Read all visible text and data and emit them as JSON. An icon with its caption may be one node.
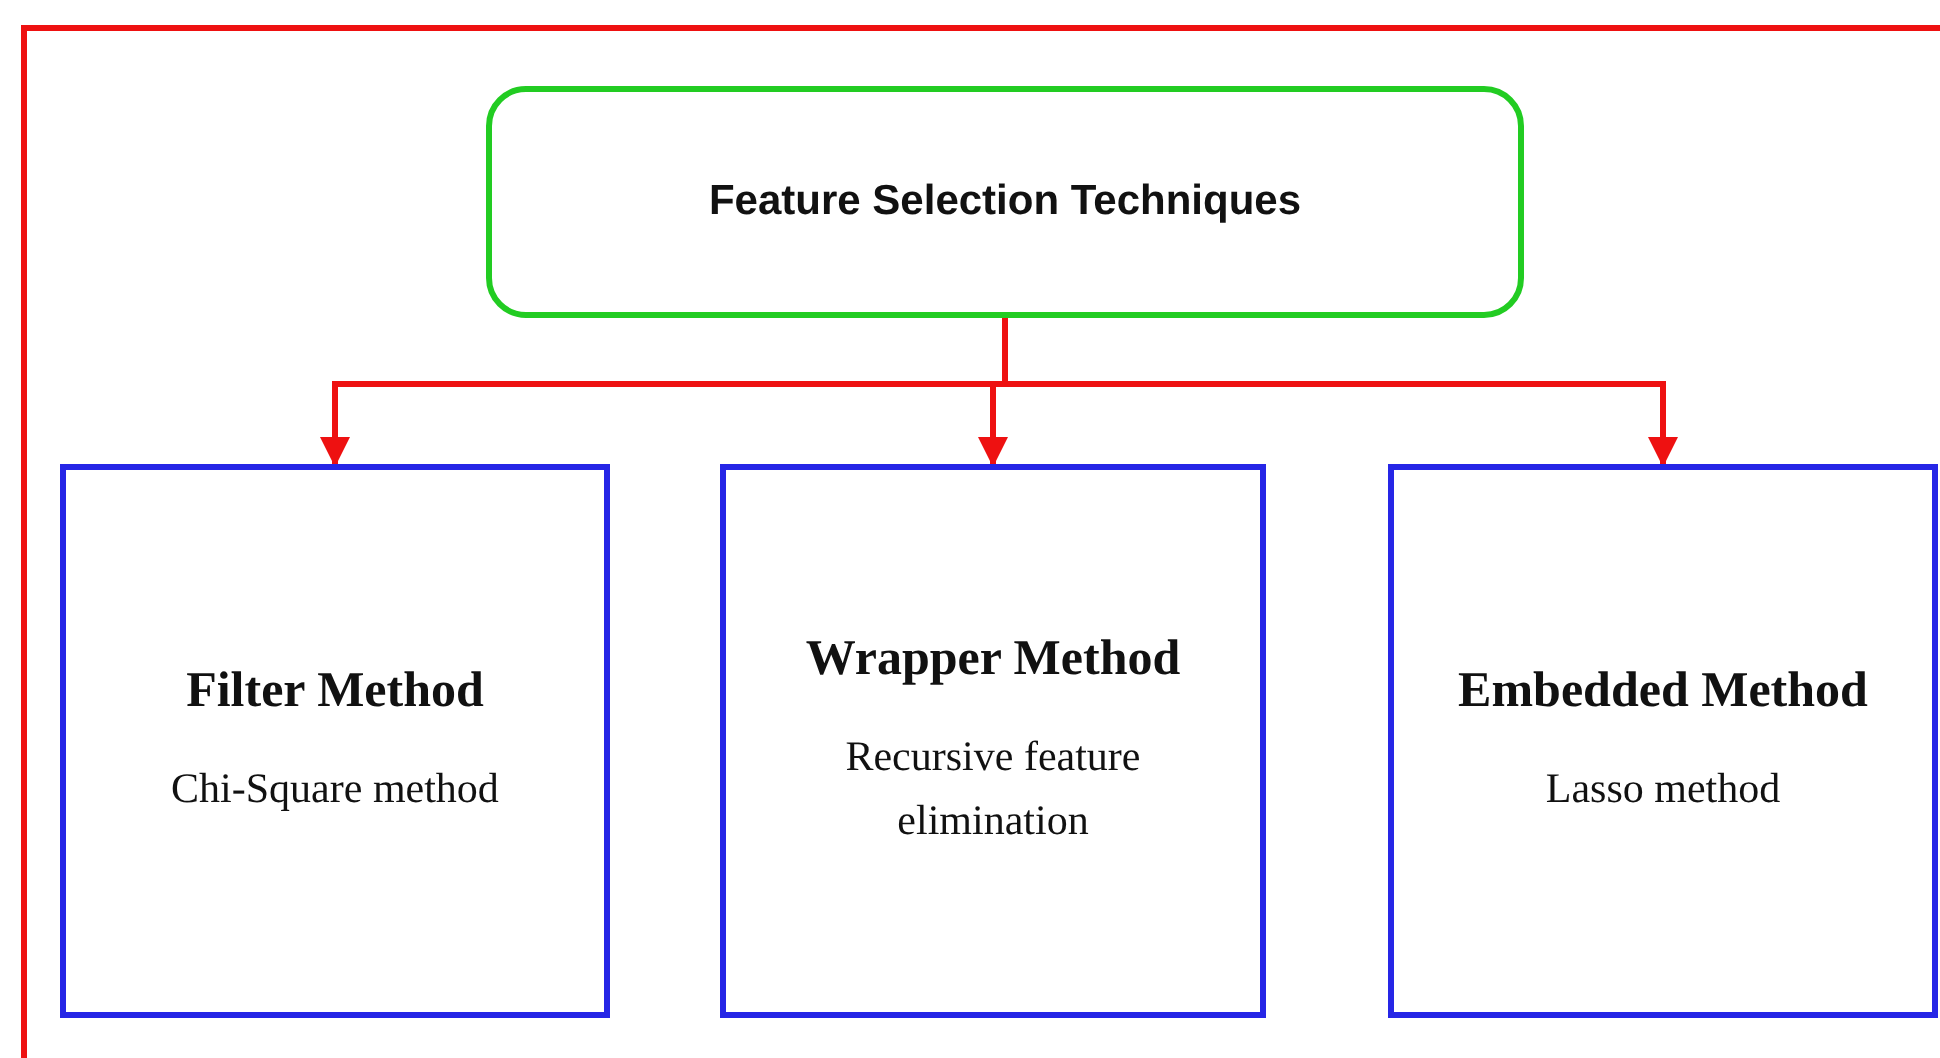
{
  "diagram": {
    "nodes": [
      {
        "text": [
          "Feature Selection Techniques"
        ]
      },
      {
        "text": [
          "Filter Method",
          "Chi-Square method"
        ]
      },
      {
        "text": [
          "Wrapper Method",
          "Recursive feature elimination"
        ]
      },
      {
        "text": [
          "Embedded Method",
          "Lasso method"
        ]
      }
    ],
    "edges": [
      {
        "from": 0,
        "to": 1,
        "arrow": "to"
      },
      {
        "from": 0,
        "to": 2,
        "arrow": "to"
      },
      {
        "from": 0,
        "to": 3,
        "arrow": "to"
      }
    ]
  }
}
